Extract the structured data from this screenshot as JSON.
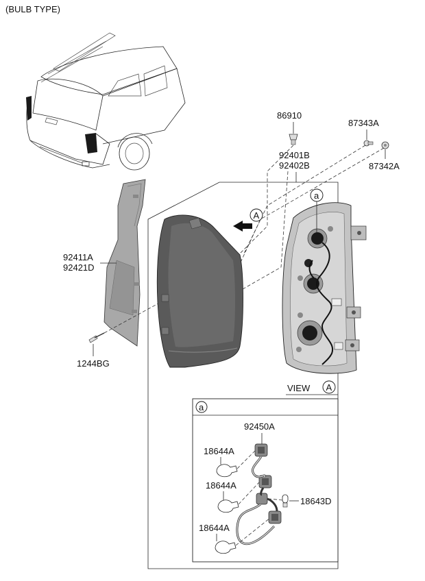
{
  "header": {
    "title": "(BULB TYPE)"
  },
  "parts": {
    "p86910": "86910",
    "p87343A": "87343A",
    "p87342A": "87342A",
    "p92401B": "92401B",
    "p92402B": "92402B",
    "p92411A": "92411A",
    "p92421D": "92421D",
    "p1244BG": "1244BG",
    "p92450A": "92450A",
    "p18644A_1": "18644A",
    "p18644A_2": "18644A",
    "p18644A_3": "18644A",
    "p18643D": "18643D"
  },
  "markers": {
    "view_a_circle": "A",
    "arrow_a_circle": "A",
    "view_text": "VIEW",
    "detail_a": "a",
    "detail_box_a": "a"
  },
  "colors": {
    "lamp_lens": "#5a5a5a",
    "lamp_lens_shade": "#7d7d7d",
    "garnish": "#9a9a9a",
    "housing": "#b8b8b8",
    "socket_dark": "#2a2a2a"
  }
}
